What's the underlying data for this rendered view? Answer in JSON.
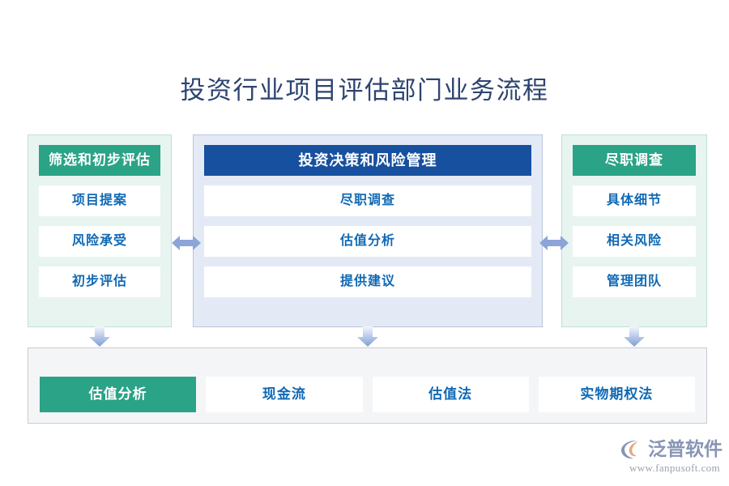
{
  "page": {
    "title": "投资行业项目评估部门业务流程"
  },
  "colors": {
    "teal": "#2aa387",
    "blue": "#17509f",
    "item_text_blue": "#1069b4",
    "title_navy": "#2e4470",
    "side_panel_bg": "#e8f4f0",
    "center_panel_bg": "#e4eaf5",
    "bottom_panel_bg": "#f4f5f7",
    "arrow_blue": "#8ca5d8",
    "logo_grey_blue": "#8795b5",
    "logo_orange": "#e8a582"
  },
  "columns": [
    {
      "id": "screening",
      "header": "筛选和初步评估",
      "header_style": "teal",
      "items": [
        "项目提案",
        "风险承受",
        "初步评估"
      ]
    },
    {
      "id": "decision",
      "header": "投资决策和风险管理",
      "header_style": "blue",
      "items": [
        "尽职调查",
        "估值分析",
        "提供建议"
      ]
    },
    {
      "id": "diligence",
      "header": "尽职调查",
      "header_style": "teal",
      "items": [
        "具体细节",
        "相关风险",
        "管理团队"
      ]
    }
  ],
  "bottom_row": {
    "items": [
      {
        "label": "估值分析",
        "style": "teal"
      },
      {
        "label": "现金流",
        "style": "white"
      },
      {
        "label": "估值法",
        "style": "white"
      },
      {
        "label": "实物期权法",
        "style": "white"
      }
    ]
  },
  "arrows": {
    "horizontal": [
      "double-arrow-horizontal-icon",
      "double-arrow-horizontal-icon"
    ],
    "vertical": [
      "arrow-down-icon",
      "arrow-down-icon",
      "arrow-down-icon"
    ]
  },
  "logo": {
    "mark": "fanpu-swoosh-icon",
    "wordmark": "泛普软件",
    "url": "www.fanpusoft.com"
  }
}
